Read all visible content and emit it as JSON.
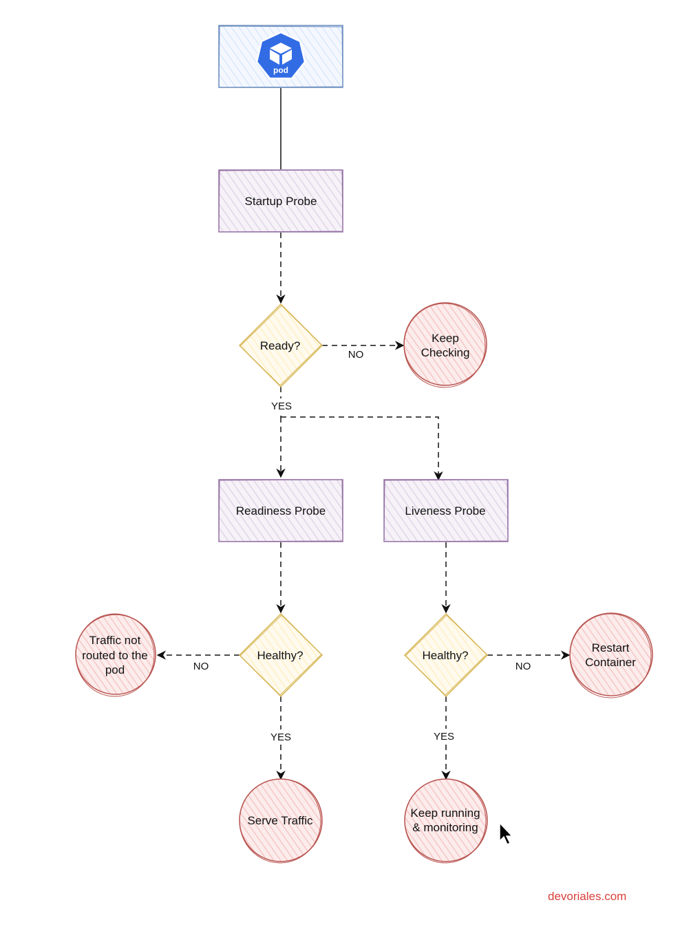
{
  "nodes": {
    "pod": {
      "label": "pod"
    },
    "startup_probe": {
      "label": "Startup Probe"
    },
    "ready_decision": {
      "label": "Ready?"
    },
    "keep_checking": {
      "line1": "Keep",
      "line2": "Checking"
    },
    "readiness_probe": {
      "label": "Readiness Probe"
    },
    "liveness_probe": {
      "label": "Liveness Probe"
    },
    "readiness_healthy": {
      "label": "Healthy?"
    },
    "liveness_healthy": {
      "label": "Healthy?"
    },
    "traffic_not_routed": {
      "line1": "Traffic not",
      "line2": "routed to the",
      "line3": "pod"
    },
    "restart_container": {
      "line1": "Restart",
      "line2": "Container"
    },
    "serve_traffic": {
      "label": "Serve Traffic"
    },
    "keep_running": {
      "line1": "Keep running",
      "line2": "& monitoring"
    }
  },
  "edges": {
    "ready_no": "NO",
    "ready_yes": "YES",
    "readiness_no": "NO",
    "readiness_yes": "YES",
    "liveness_no": "NO",
    "liveness_yes": "YES"
  },
  "watermark": {
    "text": "devoriales.com",
    "color": "#d9403a"
  },
  "colors": {
    "pod_box_stroke": "#6c8ebf",
    "pod_box_fill": "#dae8fc",
    "pod_icon": "#326ce5",
    "probe_stroke": "#9673a6",
    "probe_fill": "#e1d5e7",
    "decision_stroke": "#d6b656",
    "decision_fill": "#fff2cc",
    "terminal_stroke": "#b85450",
    "terminal_fill": "#f8cecc"
  }
}
